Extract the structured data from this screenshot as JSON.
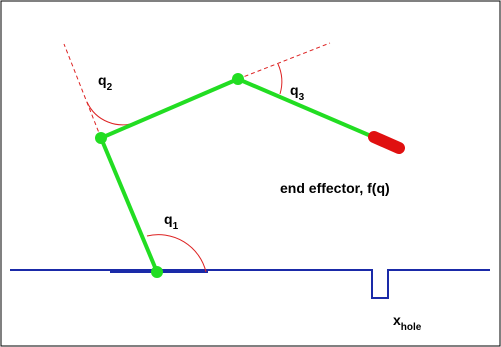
{
  "labels": {
    "q1": {
      "main": "q",
      "sub": "1"
    },
    "q2": {
      "main": "q",
      "sub": "2"
    },
    "q3": {
      "main": "q",
      "sub": "3"
    },
    "end_effector": "end effector, f(q)",
    "x_hole": {
      "main": "x",
      "sub": "hole"
    }
  },
  "colors": {
    "frame": "#000000",
    "link": "#22dd22",
    "joint": "#22dd22",
    "ground": "#1a2aa8",
    "reference_line": "#dd2222",
    "angle_arc": "#dd2222",
    "end_effector": "#e01010"
  }
}
